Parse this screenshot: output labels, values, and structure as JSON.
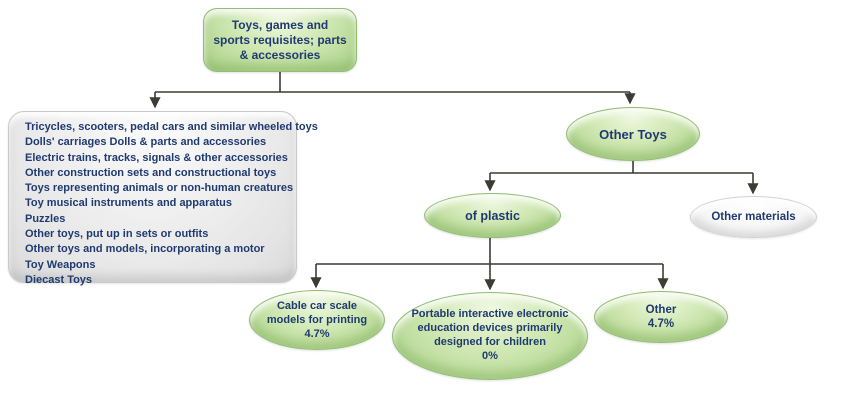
{
  "diagram": {
    "root": {
      "label": "Toys, games and sports requisites; parts & accessories"
    },
    "left_list": {
      "items": [
        "Tricycles, scooters, pedal cars and similar wheeled toys",
        "Dolls' carriages Dolls & parts and accessories",
        "Electric trains, tracks, signals & other accessories",
        "Other construction sets and constructional toys",
        "Toys representing animals or non-human creatures",
        "Toy musical instruments and apparatus",
        "Puzzles",
        "Other toys, put up in sets or outfits",
        "Other toys and models, incorporating a motor",
        "Toy Weapons",
        "Diecast Toys"
      ]
    },
    "other_toys": {
      "label": "Other Toys"
    },
    "of_plastic": {
      "label": "of plastic"
    },
    "other_materials": {
      "label": "Other materials"
    },
    "leaves": {
      "cable_car": {
        "label": "Cable car scale models for printing",
        "value": "4.7%"
      },
      "portable": {
        "label": "Portable interactive electronic education devices primarily designed for children",
        "value": "0%"
      },
      "other": {
        "label": "Other",
        "value": "4.7%"
      }
    },
    "colors": {
      "node_green": "#c3e0a4",
      "node_green_border": "#92bd74",
      "gray_fill": "#e9e9e9",
      "white_fill": "#f7f7f7",
      "text_navy": "#1f3a70",
      "connector": "#3c3c35"
    }
  }
}
